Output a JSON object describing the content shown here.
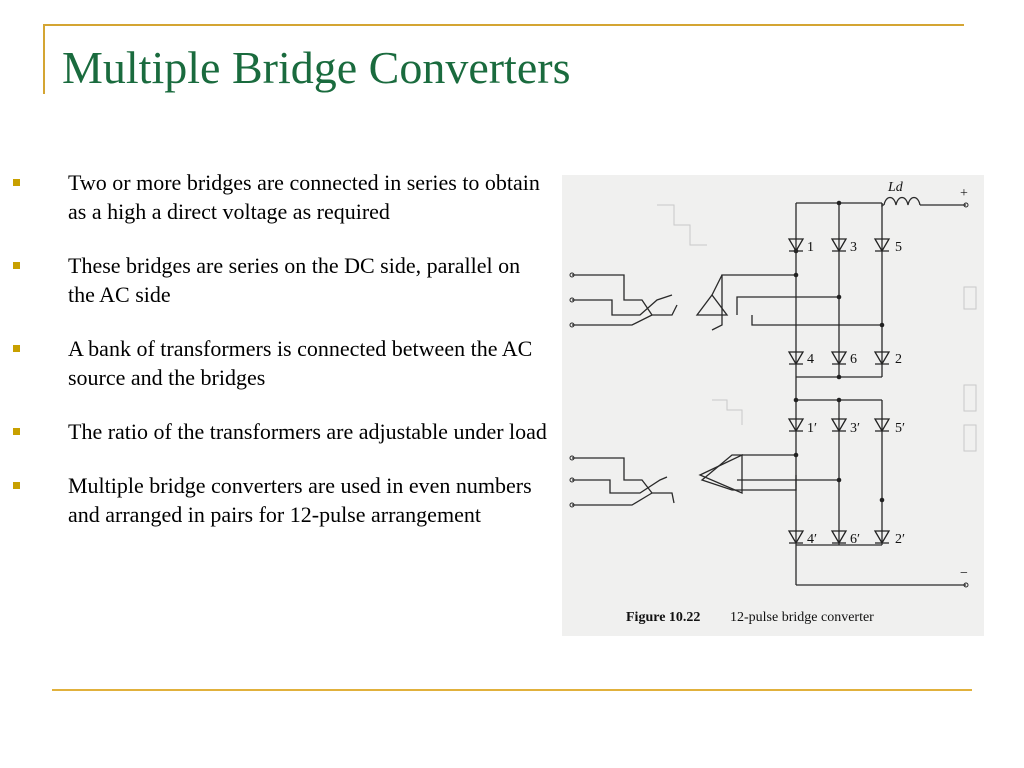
{
  "slide": {
    "title": "Multiple Bridge Converters",
    "bullets": [
      "Two or more bridges are connected in series to obtain as a high a direct voltage as required",
      "These bridges are series on the DC side, parallel on the AC side",
      "A bank of transformers is connected between the AC source and the bridges",
      "The ratio of the transformers are adjustable under load",
      "Multiple bridge converters are used in even numbers and arranged in pairs for 12-pulse arrangement"
    ]
  },
  "figure": {
    "inductor_label": "Ld",
    "plus_sign": "+",
    "minus_sign": "−",
    "upper_valves": [
      "1",
      "3",
      "5",
      "4",
      "6",
      "2"
    ],
    "lower_valves": [
      "1′",
      "3′",
      "5′",
      "4′",
      "6′",
      "2′"
    ],
    "caption_number": "Figure 10.22",
    "caption_text": "12-pulse bridge converter"
  },
  "colors": {
    "title": "#1a6b3e",
    "accent_rule": "#d4a533",
    "bullet_marker": "#c8a000"
  }
}
